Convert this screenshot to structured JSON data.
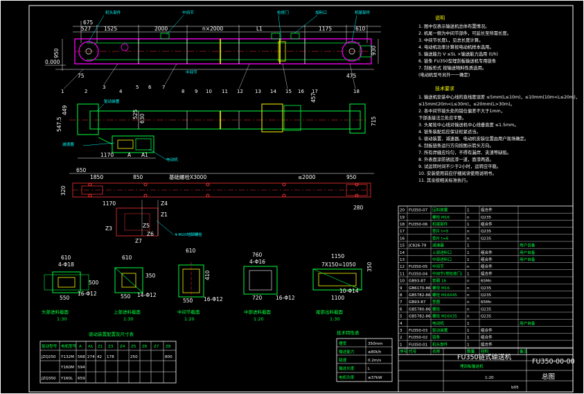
{
  "colors": {
    "background": "#000000",
    "frame": "#ffffff",
    "chain": "#ff00ff",
    "outline": "#00ff40",
    "dimension": "#ffffff",
    "center_line": "#ff3333",
    "highlight": "#ffff00",
    "leader": "#00ffff"
  },
  "main_view": {
    "dims_top": [
      "675",
      "527",
      "1525",
      "2000",
      "n×2000",
      "L1",
      "1175",
      "610"
    ],
    "dim_left": "950",
    "dim_right": "930",
    "datum": "0.000",
    "dim_bottom": [
      "75",
      "475"
    ],
    "part_numbers": [
      "1",
      "2",
      "3",
      "4",
      "5",
      "6",
      "7",
      "8",
      "9",
      "10",
      "11",
      "12",
      "13",
      "14",
      "15",
      "16",
      "17",
      "18"
    ],
    "leader_labels": [
      "机头部件",
      "中间节",
      "中间节",
      "检修门",
      "加料口",
      "机尾部件"
    ]
  },
  "plan_view": {
    "dims_left": [
      "547.5",
      "449"
    ],
    "dims_mid": [
      "525",
      "630"
    ],
    "dims_right": [
      "457",
      "715"
    ],
    "dims_bottom": [
      "1170",
      "A",
      "A1"
    ],
    "leader_labels": [
      "驱动装置",
      "减速器",
      "电动机"
    ]
  },
  "foundation_view": {
    "dims_top": [
      "650",
      "1850",
      "850",
      "基础螺栓X3000",
      "≤2000",
      "950"
    ],
    "dims_left": [
      "320"
    ],
    "dims_bottom": [
      "1170",
      "280"
    ],
    "dims_detail": [
      "Z3",
      "Z5",
      "Z6",
      "Z7",
      "Z4",
      "Z1"
    ],
    "leader_label": "4-M20地脚螺栓"
  },
  "sections": [
    {
      "caption": "头部进料截面",
      "scale": "1:30",
      "dims": [
        "610",
        "4-Φ18",
        "550",
        "500",
        "16-Φ12"
      ]
    },
    {
      "caption": "上部进料截面",
      "scale": "1:30",
      "dims": [
        "610",
        "350",
        "550",
        "14-Φ12"
      ]
    },
    {
      "caption": "中间节截面",
      "scale": "1:20",
      "dims": [
        "610",
        "410",
        "550",
        "16-Φ12"
      ]
    },
    {
      "caption": "中部进料截面",
      "scale": "1:20",
      "dims": [
        "760",
        "4-Φ16",
        "720",
        "16-Φ12"
      ]
    },
    {
      "caption": "尾部出料截面",
      "scale": "1:30",
      "dims": [
        "1150",
        "7X150=1050",
        "1100",
        "10-Φ14",
        "350"
      ]
    }
  ],
  "notes": {
    "title": "说明",
    "lines": [
      "1. 图中仅表示输送机总体布置情况。",
      "2. 机尾一侧为中间节部件，可延长至所需长度。",
      "3. 中间节长度L，见总长度计算。",
      "4. 电动机功率计算按电动机样本选用。",
      "5. 输送能力 V ≤5L ×输送能力选用 (t/h)",
      "6. 链条   FU350型埋刮板输送机专用链条",
      "7. 刮板形式   按输送物料性质选用。",
      "   (电动机型号另外一一确定)"
    ],
    "tech_title": "技术要求",
    "tech_lines": [
      "1. 输送机安装中心线的直线度误差 ≤5mm(L≤10m)，≤10mm(10m<L≤20m)，",
      "   ≤15mm(20m<L≤30m)，≤20mm(L>30m)。",
      "2. 各中间节接头处的错位偏差不大于1mm，",
      "   下部连接法兰处应平整。",
      "3. 头尾轮中心线对输送机中心线垂直度 ≤1.5mm。",
      "4. 链条装配后应保证松紧适当。",
      "5. 驱动装置、减速器、电动机安装位置由用户现场确定。",
      "6. 刮板链条运行方向按图示箭头方向。",
      "7. 所有焊缝应均匀，不得有漏焊、夹渣等缺陷。",
      "8. 外表面涂防锈底漆一道，面漆两道。",
      "9. 试运转时间不少于2小时，运转应平稳。",
      "10. 安装使用前应仔细阅读使用说明书。",
      "11. 其余按相关标准执行。"
    ]
  },
  "power_table": {
    "title": "驱动装置配置及尺寸表",
    "headers": [
      "驱动型号",
      "电机型号",
      "A",
      "A1",
      "Z1",
      "Z3",
      "Z4",
      "Z5",
      "Z6",
      "Z7",
      "Z8"
    ],
    "rows": [
      [
        "JZQ250",
        "Y132M",
        "568",
        "274",
        "42",
        "178",
        "",
        "250",
        "",
        "",
        "800"
      ],
      [
        "",
        "Y160M",
        "594",
        "",
        "",
        "",
        "",
        "",
        "",
        "",
        ""
      ],
      [
        "JZQ350",
        "Y160L",
        "659",
        "",
        "",
        "",
        "",
        "",
        "",
        "",
        ""
      ]
    ]
  },
  "spec_table": {
    "title": "技术特性表",
    "rows": [
      [
        "槽宽",
        "350mm"
      ],
      [
        "输送能力",
        "≤80t/h"
      ],
      [
        "链速",
        "0.2m/s"
      ],
      [
        "输送长度",
        "L"
      ],
      [
        "电机功率",
        "≤37kW"
      ]
    ]
  },
  "bom": {
    "rows": [
      [
        "20",
        "FU350-07",
        "压料装置",
        "1",
        "组合件",
        ""
      ],
      [
        "19",
        "",
        "螺栓 M16",
        "n",
        "Q235",
        ""
      ],
      [
        "18",
        "FU350-06",
        "机尾部件",
        "1",
        "组合件",
        ""
      ],
      [
        "17",
        "",
        "垫片 t=5",
        "n",
        "Q235",
        ""
      ],
      [
        "16",
        "",
        "垫片 t=6",
        "n",
        "Q235",
        ""
      ],
      [
        "15",
        "JC826-79",
        "减速器",
        "1",
        "",
        "用户自备"
      ],
      [
        "14",
        "",
        "上部进料口",
        "1",
        "组合件",
        "用户自备"
      ],
      [
        "13",
        "",
        "中部进料口",
        "1",
        "组合件",
        "用户自备"
      ],
      [
        "12",
        "FU350-05",
        "中间节",
        "n",
        "组合件",
        ""
      ],
      [
        "11",
        "FU350-04",
        "中间节(带检修门)",
        "1",
        "组合件",
        ""
      ],
      [
        "10",
        "GB93-87",
        "垫圈 16",
        "n",
        "65Mn",
        ""
      ],
      [
        "9",
        "GB6170-86",
        "螺母 M16",
        "n",
        "Q235",
        ""
      ],
      [
        "8",
        "GB5782-86",
        "螺栓 M16X45",
        "n",
        "Q235",
        ""
      ],
      [
        "7",
        "GB93-87",
        "垫圈",
        "n",
        "65Mn",
        ""
      ],
      [
        "6",
        "GB5780-86",
        "螺栓",
        "n",
        "Q235",
        ""
      ],
      [
        "5",
        "GB5782-86",
        "螺栓 M16X35",
        "n",
        "Q235",
        ""
      ],
      [
        "4",
        "",
        "电动机",
        "1",
        "",
        "用户自备"
      ],
      [
        "3",
        "FU350-03",
        "驱动装置",
        "1",
        "组合件",
        ""
      ],
      [
        "2",
        "FU350-02",
        "链条",
        "1",
        "组合件",
        ""
      ],
      [
        "1",
        "FU350-01",
        "机头部件",
        "1",
        "组合件",
        ""
      ]
    ],
    "header": [
      "序号",
      "代号",
      "名称",
      "数量",
      "材料",
      "备注"
    ]
  },
  "title_block": {
    "product": "FU350链式输送机",
    "drawing_no": "FU350-00-00",
    "drawing_name": "总图",
    "sub_title": "埋刮板输送机",
    "scale": "1:20",
    "sheet": "b05"
  }
}
